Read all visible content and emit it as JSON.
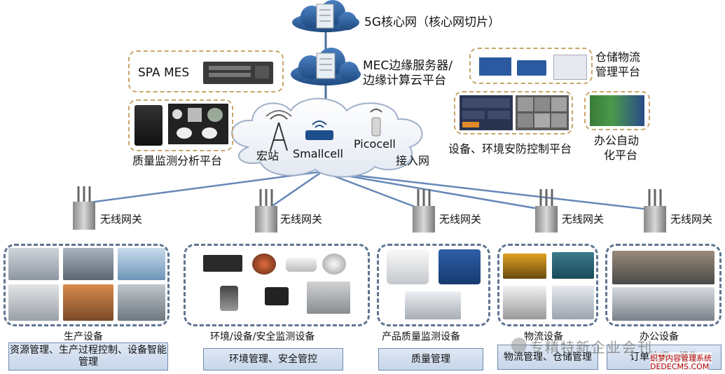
{
  "top": {
    "core_network": "5G核心网（核心网切片）",
    "mec_line1": "MEC边缘服务器/",
    "mec_line2": "边缘计算云平台"
  },
  "left_platforms": {
    "spa_mes": "SPA MES",
    "quality_platform": "质量监测分析平台"
  },
  "right_platforms": {
    "warehouse_line1": "仓储物流",
    "warehouse_line2": "管理平台",
    "security_platform": "设备、环境安防控制平台",
    "office_line1": "办公自动",
    "office_line2": "化平台"
  },
  "access_network": {
    "macro_station": "宏站",
    "smallcell": "Smallcell",
    "picocell": "Picocell",
    "access_label": "接入网"
  },
  "gateways": {
    "label": "无线网关"
  },
  "groups": [
    {
      "device_label": "生产设备",
      "footer": "资源管理、生产过程控制、设备智能管理"
    },
    {
      "device_label": "环境/设备/安全监测设备",
      "footer": "环境管理、安全管控"
    },
    {
      "device_label": "产品质量监测设备",
      "footer": "质量管理"
    },
    {
      "device_label": "物流设备",
      "footer": "物流管理、仓储管理"
    },
    {
      "device_label": "办公设备",
      "footer": "订单管理、报告"
    }
  ],
  "watermark": {
    "main": "专精特新企业会刊",
    "site": "织梦内容管理系统",
    "domain": "DEDECMS.COM"
  },
  "colors": {
    "cloud": "#2f5f9a",
    "line": "#5b7fae",
    "orange_dash": "#c9a56a",
    "blue_dash": "#5f7590",
    "footer_fill": "#d3dfee"
  }
}
